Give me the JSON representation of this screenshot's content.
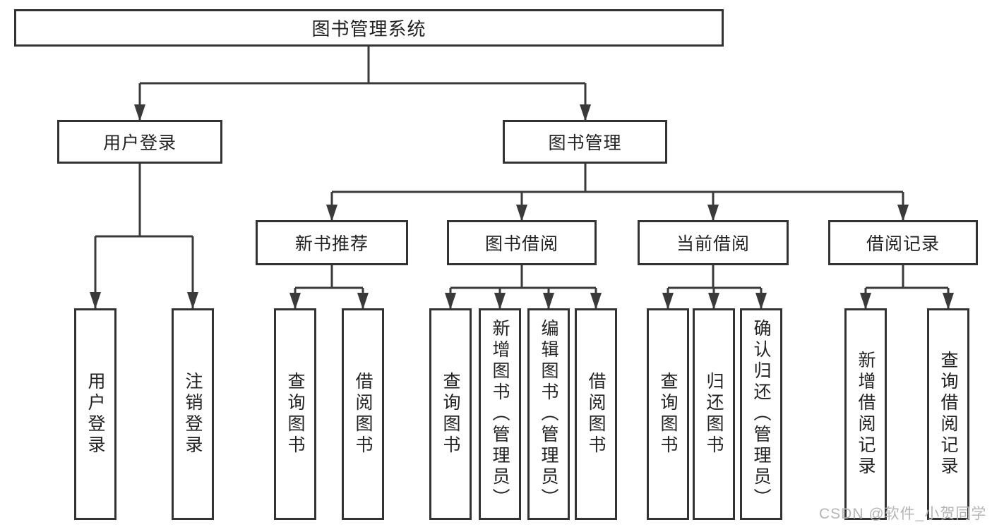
{
  "tree": {
    "label": "图书管理系统",
    "children": [
      {
        "label": "用户登录",
        "children": [
          {
            "label": "用户登录"
          },
          {
            "label": "注销登录"
          }
        ]
      },
      {
        "label": "图书管理",
        "children": [
          {
            "label": "新书推荐",
            "children": [
              {
                "label": "查询图书"
              },
              {
                "label": "借阅图书"
              }
            ]
          },
          {
            "label": "图书借阅",
            "children": [
              {
                "label": "查询图书"
              },
              {
                "label": "新增图书（管理员）"
              },
              {
                "label": "编辑图书（管理员）"
              },
              {
                "label": "借阅图书"
              }
            ]
          },
          {
            "label": "当前借阅",
            "children": [
              {
                "label": "查询图书"
              },
              {
                "label": "归还图书"
              },
              {
                "label": "确认归还（管理员）"
              }
            ]
          },
          {
            "label": "借阅记录",
            "children": [
              {
                "label": "新增借阅记录"
              },
              {
                "label": "查询借阅记录"
              }
            ]
          }
        ]
      }
    ]
  },
  "watermark": "CSDN @软件_小贺同学",
  "colors": {
    "line": "#3a3a3a",
    "border": "#333333",
    "text": "#222222",
    "watermark": "#b5b5b5"
  }
}
